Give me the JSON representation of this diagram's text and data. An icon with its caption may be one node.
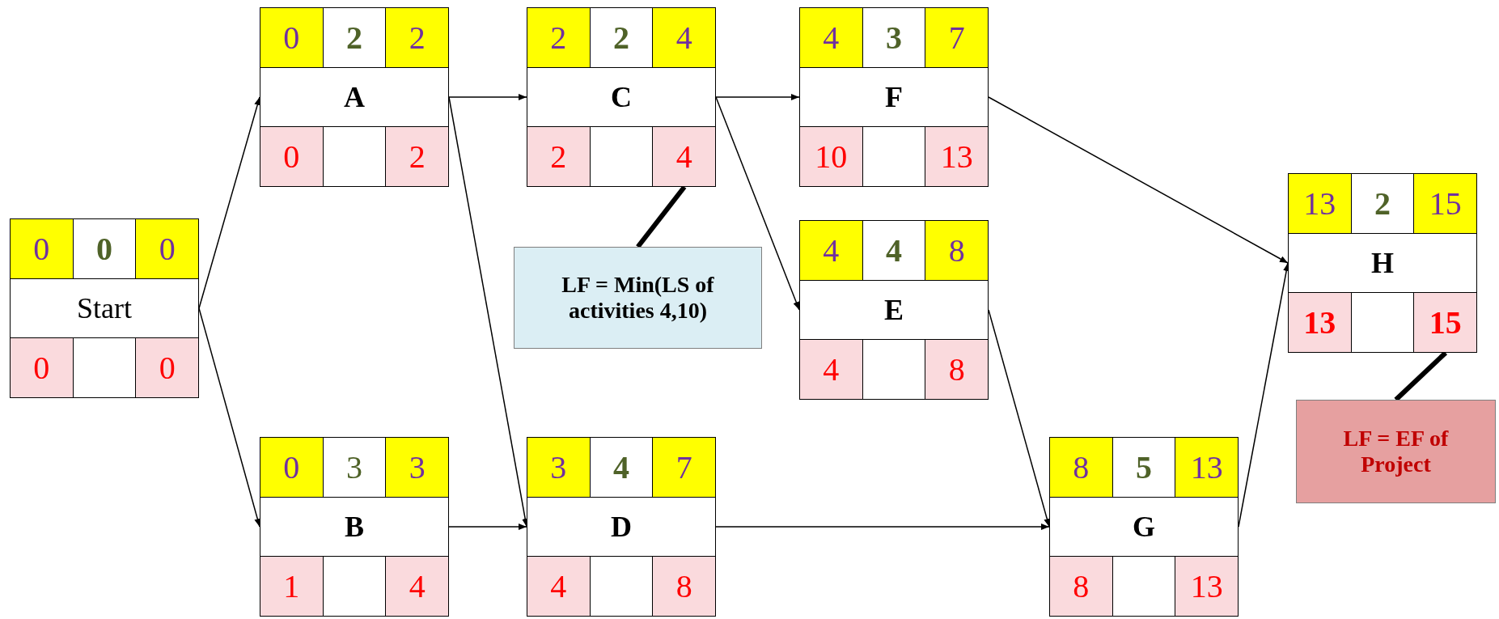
{
  "diagram": {
    "nodes": [
      {
        "text": [
          "0",
          "0",
          "0",
          "Start",
          "0",
          "0"
        ]
      },
      {
        "text": [
          "0",
          "2",
          "2",
          "A",
          "0",
          "2"
        ]
      },
      {
        "text": [
          "2",
          "2",
          "4",
          "C",
          "2",
          "4"
        ]
      },
      {
        "text": [
          "4",
          "3",
          "7",
          "F",
          "10",
          "13"
        ]
      },
      {
        "text": [
          "4",
          "4",
          "8",
          "E",
          "4",
          "8"
        ]
      },
      {
        "text": [
          "0",
          "3",
          "3",
          "B",
          "1",
          "4"
        ]
      },
      {
        "text": [
          "3",
          "4",
          "7",
          "D",
          "4",
          "8"
        ]
      },
      {
        "text": [
          "8",
          "5",
          "13",
          "G",
          "8",
          "13"
        ]
      },
      {
        "text": [
          "13",
          "2",
          "15",
          "H",
          "13",
          "15"
        ]
      },
      {
        "text": [
          "LF = Min(LS of activities 4,10)"
        ]
      },
      {
        "text": [
          "LF = EF of Project"
        ]
      }
    ],
    "edges": [
      {
        "from": 0,
        "to": 1,
        "arrow": "to"
      },
      {
        "from": 0,
        "to": 5,
        "arrow": "to"
      },
      {
        "from": 1,
        "to": 2,
        "arrow": "to"
      },
      {
        "from": 1,
        "to": 6,
        "arrow": "to"
      },
      {
        "from": 5,
        "to": 6,
        "arrow": "to"
      },
      {
        "from": 2,
        "to": 3,
        "arrow": "to"
      },
      {
        "from": 2,
        "to": 4,
        "arrow": "to"
      },
      {
        "from": 3,
        "to": 8,
        "arrow": "to"
      },
      {
        "from": 4,
        "to": 7,
        "arrow": "to"
      },
      {
        "from": 6,
        "to": 7,
        "arrow": "to"
      },
      {
        "from": 7,
        "to": 8,
        "arrow": "to"
      },
      {
        "from": 9,
        "to": 2,
        "arrow": "none",
        "style": "thick"
      },
      {
        "from": 10,
        "to": 8,
        "arrow": "none",
        "style": "thick"
      }
    ]
  }
}
